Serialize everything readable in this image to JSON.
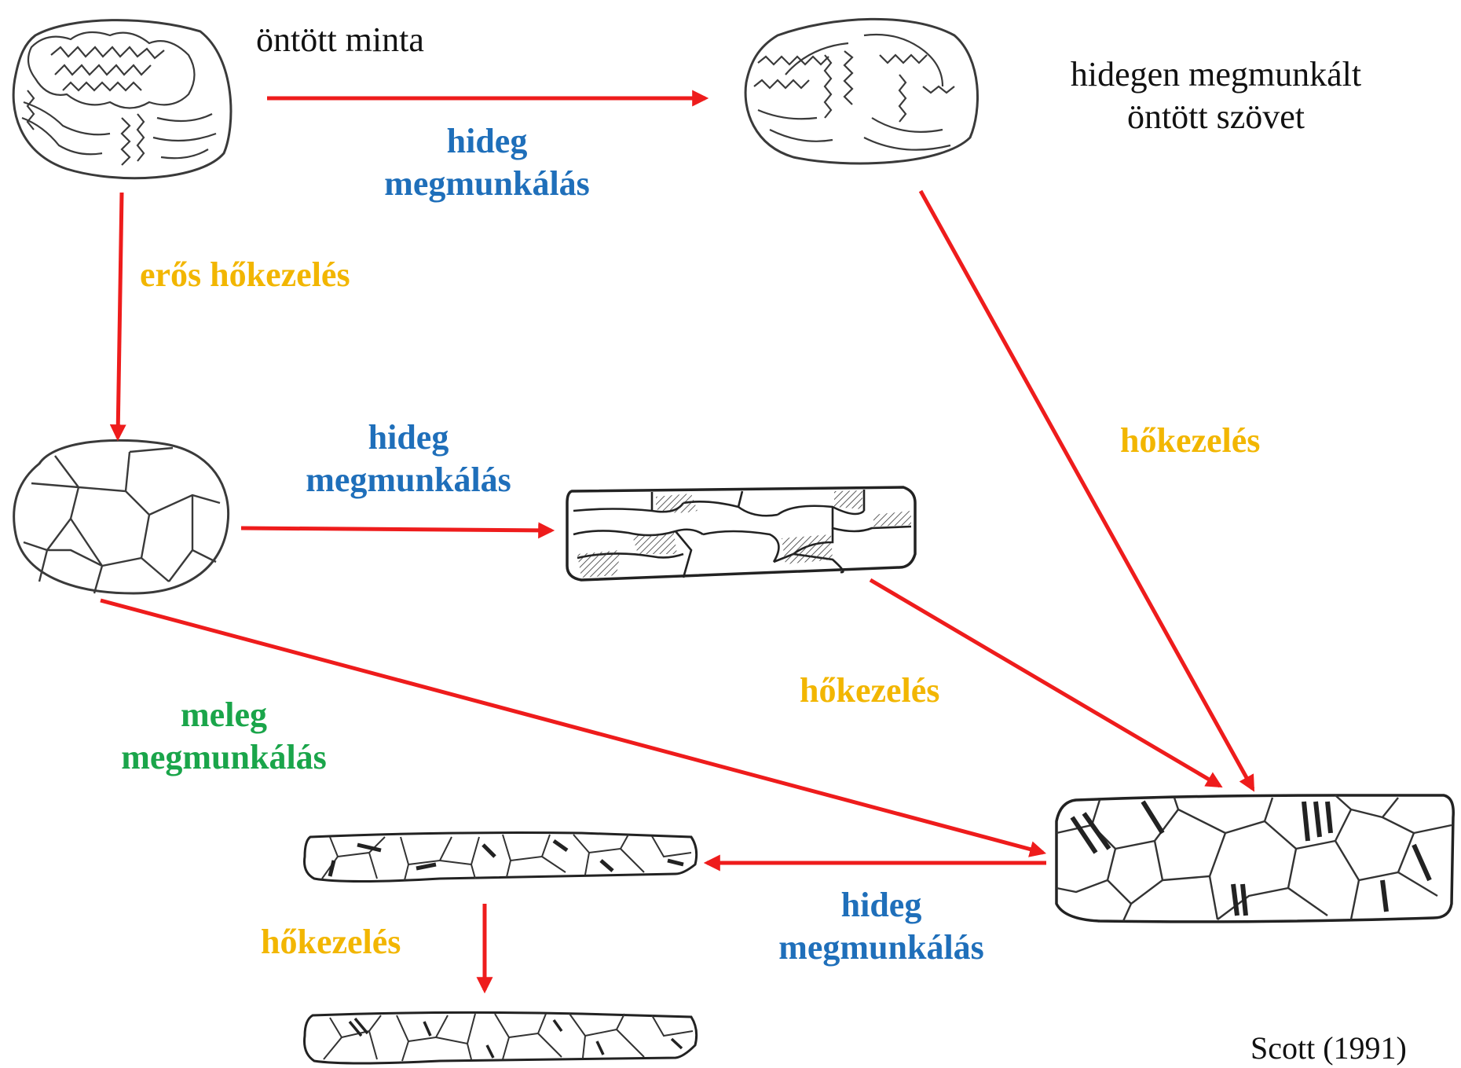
{
  "labels": {
    "cast_sample": "öntött minta",
    "cold_worked_cast_line1": "hidegen megmunkált",
    "cold_worked_cast_line2": "öntött szövet",
    "cold_work_top_line1": "hideg",
    "cold_work_top_line2": "megmunkálás",
    "strong_anneal": "erős hőkezelés",
    "anneal_right": "hőkezelés",
    "cold_work_mid_line1": "hideg",
    "cold_work_mid_line2": "megmunkálás",
    "anneal_mid": "hőkezelés",
    "hot_work_line1": "meleg",
    "hot_work_line2": "megmunkálás",
    "cold_work_bottom_line1": "hideg",
    "cold_work_bottom_line2": "megmunkálás",
    "anneal_bottom": "hőkezelés",
    "credit": "Scott (1991)"
  },
  "colors": {
    "arrow": "#ee1c1c",
    "cold_work_text": "#1f6fba",
    "anneal_text": "#f2b600",
    "hot_work_text": "#1aa54a",
    "plain_text": "#111111",
    "sketch_line": "#333333"
  }
}
